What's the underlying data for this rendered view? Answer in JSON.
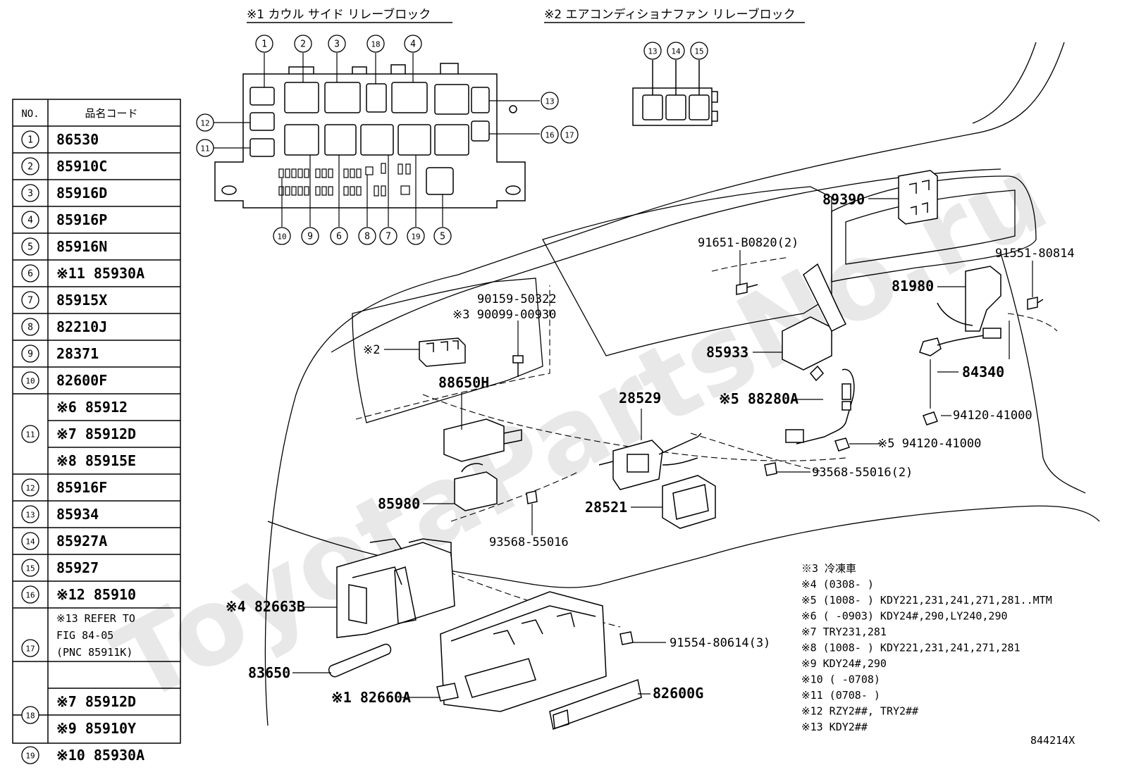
{
  "watermark": "ToyotaPartsNo.ru",
  "headers": {
    "cowl": "※1 カウル サイド リレーブロック",
    "aircon": "※2 エアコンディショナファン リレーブロック"
  },
  "table": {
    "col_no": "NO.",
    "col_code": "品名コード",
    "rows": [
      {
        "no": "1",
        "codes": [
          "86530"
        ]
      },
      {
        "no": "2",
        "codes": [
          "85910C"
        ]
      },
      {
        "no": "3",
        "codes": [
          "85916D"
        ]
      },
      {
        "no": "4",
        "codes": [
          "85916P"
        ]
      },
      {
        "no": "5",
        "codes": [
          "85916N"
        ]
      },
      {
        "no": "6",
        "codes": [
          "※11 85930A"
        ]
      },
      {
        "no": "7",
        "codes": [
          "85915X"
        ]
      },
      {
        "no": "8",
        "codes": [
          "82210J"
        ]
      },
      {
        "no": "9",
        "codes": [
          "28371"
        ]
      },
      {
        "no": "10",
        "codes": [
          "82600F"
        ]
      },
      {
        "no": "11",
        "codes": [
          "※6 85912",
          "※7 85912D",
          "※8 85915E"
        ]
      },
      {
        "no": "12",
        "codes": [
          "85916F"
        ]
      },
      {
        "no": "13",
        "codes": [
          "85934"
        ]
      },
      {
        "no": "14",
        "codes": [
          "85927A"
        ]
      },
      {
        "no": "15",
        "codes": [
          "85927"
        ]
      },
      {
        "no": "16",
        "codes": [
          "※12 85910"
        ]
      },
      {
        "no": "17",
        "codes": [
          "※13 REFER TO",
          "FIG 84-05",
          "(PNC 85911K)"
        ]
      },
      {
        "no": "18",
        "codes": [
          "※7 85912D",
          "※9 85910Y"
        ]
      },
      {
        "no": "19",
        "codes": [
          "※10 85930A"
        ]
      }
    ]
  },
  "cowl_callouts": [
    "1",
    "2",
    "3",
    "18",
    "4",
    "13",
    "16",
    "17",
    "12",
    "11",
    "10",
    "9",
    "6",
    "8",
    "7",
    "19",
    "5"
  ],
  "aircon_callouts": [
    "13",
    "14",
    "15"
  ],
  "parts": {
    "p89390": "89390",
    "p91651": "91651-B0820(2)",
    "p91551": "91551-80814",
    "p81980": "81980",
    "p90159": "90159-50322",
    "p90099": "※3 90099-00930",
    "p_mark2": "※2",
    "p85933": "85933",
    "p84340": "84340",
    "p88650H": "88650H",
    "p28529": "28529",
    "p88280A": "※5 88280A",
    "p94120a": "94120-41000",
    "p94120b": "※5 94120-41000",
    "p93568a": "93568-55016(2)",
    "p85980": "85980",
    "p28521": "28521",
    "p93568b": "93568-55016",
    "p82663B": "※4 82663B",
    "p91554": "91554-80614(3)",
    "p83650": "83650",
    "p82600G": "82600G",
    "p82660A": "※1 82660A"
  },
  "notes": [
    "※3 冷凍車",
    "※4 (0308-      )",
    "※5 (1008-      ) KDY221,231,241,271,281..MTM",
    "※6 (      -0903) KDY24#,290,LY240,290",
    "※7 TRY231,281",
    "※8 (1008-      ) KDY221,231,241,271,281",
    "※9 KDY24#,290",
    "※10 (      -0708)",
    "※11 (0708-      )",
    "※12 RZY2##, TRY2##",
    "※13 KDY2##"
  ],
  "figure_id": "844214X"
}
